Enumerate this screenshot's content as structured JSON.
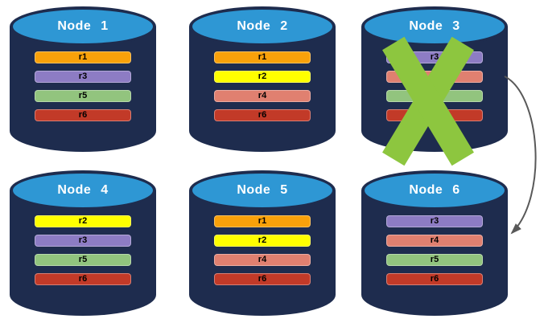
{
  "diagram": {
    "colors": {
      "cylinder_body": "#1E2C4E",
      "cylinder_top": "#2E97D4",
      "title_text": "#FFFFFF",
      "bar_text": "#000000"
    },
    "nodes": [
      {
        "title": "Node 1",
        "replicas": [
          {
            "label": "r1",
            "color": "#F9A10A"
          },
          {
            "label": "r3",
            "color": "#8D7CC4"
          },
          {
            "label": "r5",
            "color": "#92C47E"
          },
          {
            "label": "r6",
            "color": "#C23A28"
          }
        ]
      },
      {
        "title": "Node 2",
        "replicas": [
          {
            "label": "r1",
            "color": "#F9A10A"
          },
          {
            "label": "r2",
            "color": "#FFFF00"
          },
          {
            "label": "r4",
            "color": "#E08070"
          },
          {
            "label": "r6",
            "color": "#C23A28"
          }
        ]
      },
      {
        "title": "Node 3",
        "replicas": [
          {
            "label": "r3",
            "color": "#8D7CC4"
          },
          {
            "label": "r4",
            "color": "#E08070"
          },
          {
            "label": "r5",
            "color": "#92C47E"
          },
          {
            "label": "r6",
            "color": "#C23A28"
          }
        ]
      },
      {
        "title": "Node 4",
        "replicas": [
          {
            "label": "r2",
            "color": "#FFFF00"
          },
          {
            "label": "r3",
            "color": "#8D7CC4"
          },
          {
            "label": "r5",
            "color": "#92C47E"
          },
          {
            "label": "r6",
            "color": "#C23A28"
          }
        ]
      },
      {
        "title": "Node 5",
        "replicas": [
          {
            "label": "r1",
            "color": "#F9A10A"
          },
          {
            "label": "r2",
            "color": "#FFFF00"
          },
          {
            "label": "r4",
            "color": "#E08070"
          },
          {
            "label": "r6",
            "color": "#C23A28"
          }
        ]
      },
      {
        "title": "Node 6",
        "replicas": [
          {
            "label": "r3",
            "color": "#8D7CC4"
          },
          {
            "label": "r4",
            "color": "#E08070"
          },
          {
            "label": "r5",
            "color": "#92C47E"
          },
          {
            "label": "r6",
            "color": "#C23A28"
          }
        ]
      }
    ],
    "annotations": {
      "x_mark": {
        "icon": "x-mark-icon",
        "on_node": "Node 3",
        "color": "#8DC63F"
      },
      "arrow": {
        "icon": "curved-arrow-icon",
        "from": "Node 3",
        "to": "Node 6",
        "color": "#595959"
      }
    }
  }
}
